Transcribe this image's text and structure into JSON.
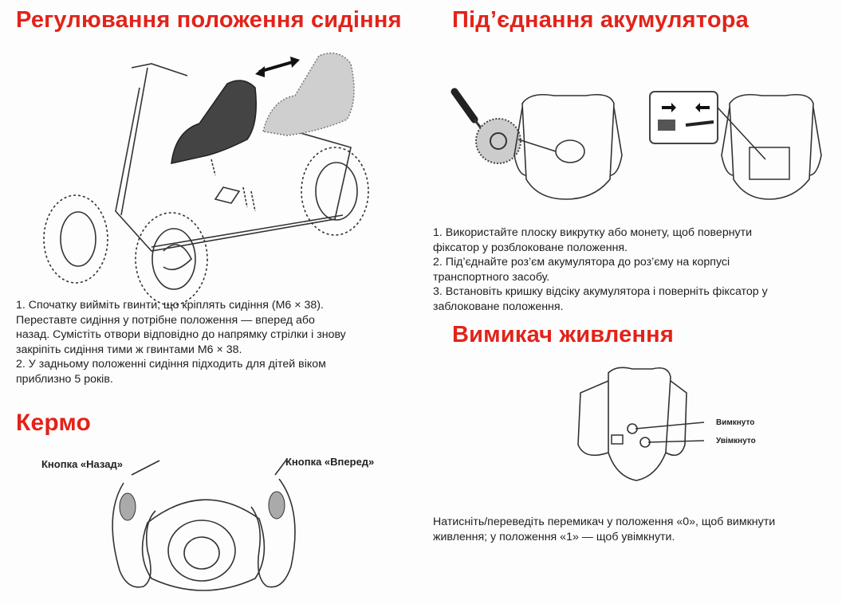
{
  "seat": {
    "title": "Регулювання положення сидіння",
    "lines": [
      "1. Спочатку вийміть гвинти, що кріплять сидіння (M6 × 38).",
      "Переставте сидіння у потрібне положення — вперед або",
      "назад. Сумістіть отвори відповідно до напрямку стрілки і знову",
      "закріпіть сидіння тими ж гвинтами M6 × 38.",
      "2. У задньому положенні сидіння підходить для дітей віком",
      "приблизно 5 років."
    ]
  },
  "battery": {
    "title": "Під’єднання акумулятора",
    "lines": [
      "1. Використайте плоску викрутку або монету, щоб повернути",
      "фіксатор у розблоковане положення.",
      "2. Під’єднайте роз’єм акумулятора до роз’єму на корпусі",
      "транспортного засобу.",
      "3. Встановіть кришку відсіку акумулятора і поверніть фіксатор у",
      "заблоковане положення."
    ]
  },
  "steering": {
    "title": "Кермо",
    "back_button": "Кнопка «Назад»",
    "forward_button": "Кнопка «Вперед»"
  },
  "power": {
    "title": "Вимикач живлення",
    "off_label": "Вимкнуто",
    "on_label": "Увімкнуто",
    "lines": [
      "Натисніть/переведіть перемикач у положення «0», щоб вимкнути",
      "живлення; у положення «1» — щоб увімкнути."
    ]
  },
  "colors": {
    "heading": "#e2231a",
    "text": "#1e1e1e"
  }
}
